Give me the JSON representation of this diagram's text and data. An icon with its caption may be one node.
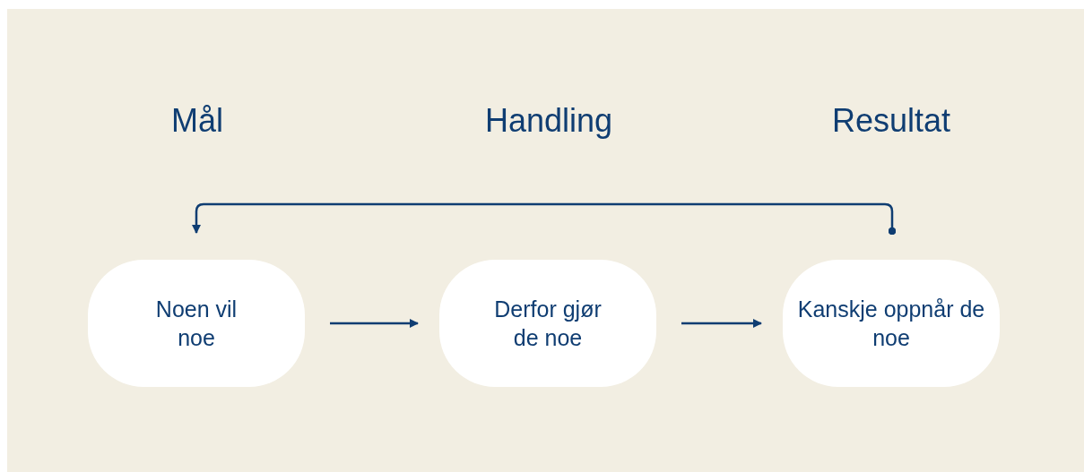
{
  "diagram": {
    "nodes": [
      {
        "text": [
          "Noen vil noe"
        ]
      },
      {
        "text": [
          "Derfor gjør de noe"
        ]
      },
      {
        "text": [
          "Kanskje oppnår de noe"
        ]
      }
    ],
    "edges": [
      {
        "from": 0,
        "to": 1,
        "arrow": "to"
      },
      {
        "from": 1,
        "to": 2,
        "arrow": "to"
      },
      {
        "from": 2,
        "to": 0,
        "arrow": "to"
      }
    ],
    "labels": [
      "Mål",
      "Handling",
      "Resultat"
    ]
  }
}
